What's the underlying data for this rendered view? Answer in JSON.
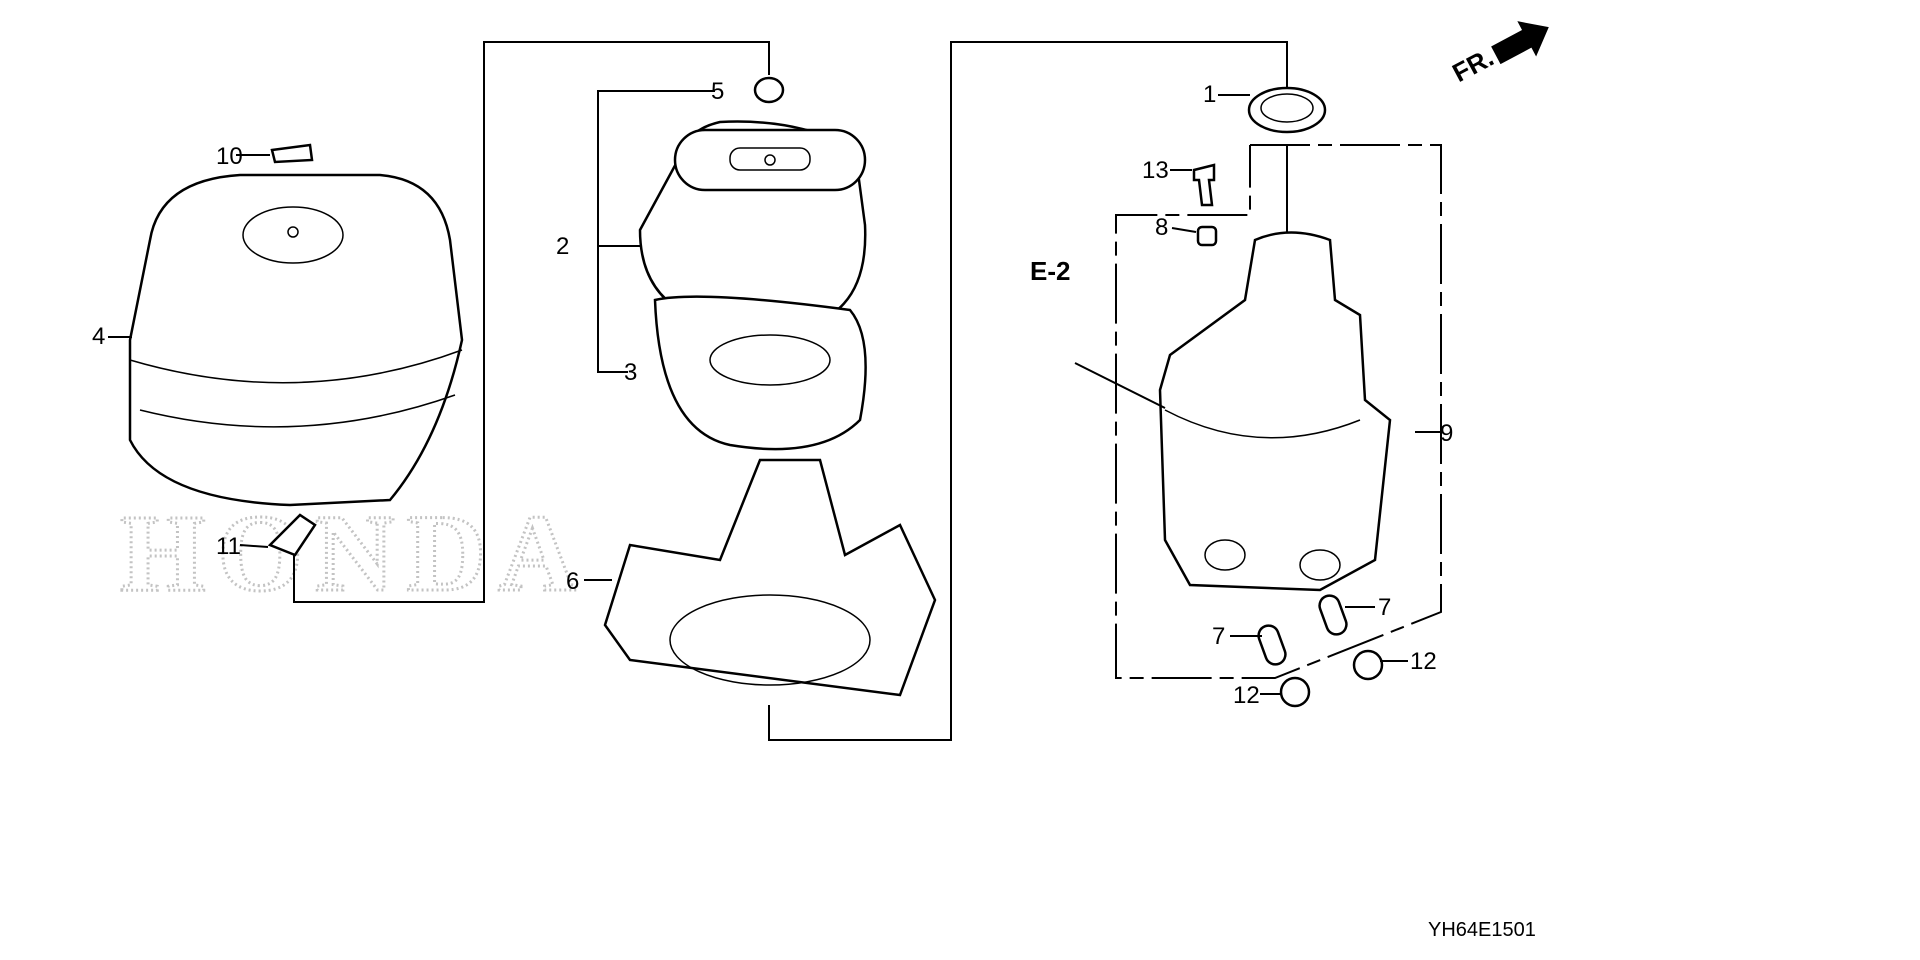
{
  "diagram": {
    "code": "YH64E1501",
    "direction_label": "FR.",
    "reference_label": "E-2",
    "watermark": "HONDA",
    "callouts": [
      "1",
      "2",
      "3",
      "4",
      "5",
      "6",
      "7",
      "7",
      "8",
      "9",
      "10",
      "11",
      "12",
      "12",
      "13"
    ]
  }
}
